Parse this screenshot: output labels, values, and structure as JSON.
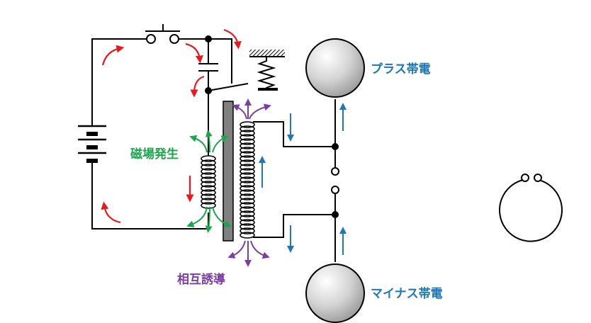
{
  "labels": {
    "magnetic_field": "磁場発生",
    "mutual_induction": "相互誘導",
    "plus_charge": "プラス帯電",
    "minus_charge": "マイナス帯電"
  },
  "colors": {
    "wire": "#000000",
    "current_arrow": "#e41a1c",
    "field_arrow": "#1aa64a",
    "induction_arrow": "#7a3fa0",
    "charge_arrow": "#1f77b4",
    "core": "#808080",
    "sphere_stroke": "#000000"
  }
}
